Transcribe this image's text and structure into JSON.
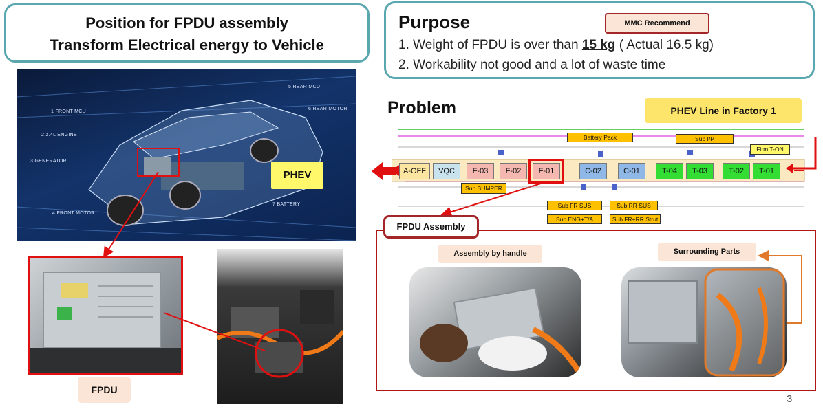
{
  "title": {
    "line1": "Position for FPDU assembly",
    "line2": "Transform Electrical energy to Vehicle"
  },
  "purpose": {
    "heading": "Purpose",
    "badge": "MMC Recommend",
    "item1_prefix": "1. Weight of FPDU is over than ",
    "item1_emph": "15 kg",
    "item1_suffix": " ( Actual 16.5 kg)",
    "item2": "2. Workability not good and a lot of waste time"
  },
  "car_image": {
    "labels": [
      "1 FRONT MCU",
      "2 2.4L ENGINE",
      "3 GENERATOR",
      "4 FRONT MOTOR",
      "5 REAR MCU",
      "6 REAR MOTOR",
      "7 BATTERY"
    ],
    "tag": "PHEV"
  },
  "fpdu_tag": "FPDU",
  "problem": {
    "heading": "Problem",
    "line_tag": "PHEV Line in Factory 1",
    "stations": [
      {
        "label": "A-OFF",
        "color": "#fbe5a0"
      },
      {
        "label": "VQC",
        "color": "#c9e3ee"
      },
      {
        "label": "F-03",
        "color": "#f4b8b0"
      },
      {
        "label": "F-02",
        "color": "#f4b8b0"
      },
      {
        "label": "F-01",
        "color": "#f4b8b0"
      },
      {
        "label": "C-02",
        "color": "#8fb8e6"
      },
      {
        "label": "C-01",
        "color": "#8fb8e6"
      },
      {
        "label": "T-04",
        "color": "#33dd33"
      },
      {
        "label": "T-03",
        "color": "#33dd33"
      },
      {
        "label": "T-02",
        "color": "#33dd33"
      },
      {
        "label": "T-01",
        "color": "#33dd33"
      }
    ],
    "sub_labels": {
      "battery_pack": "Battery Pack",
      "sub_ip": "Sub I/P",
      "firm_ton": "Firm T-ON",
      "sub_bumper": "Sub BUMPER",
      "sub_fr_sus": "Sub FR SUS",
      "sub_rr_sus": "Sub RR SUS",
      "sub_eng_ta": "Sub ENG+T/A",
      "sub_fr_rr_strut": "Sub FR+RR Strut"
    }
  },
  "assembly": {
    "heading": "FPDU Assembly",
    "handle_label": "Assembly by handle",
    "surrounding_label": "Surrounding Parts"
  },
  "page_number": "3",
  "colors": {
    "teal_border": "#5ba7b0",
    "red_accent": "#e01010",
    "dark_red": "#a3262a",
    "peach": "#fbe5d6",
    "yellow": "#fde46b",
    "orange": "#ffc000"
  }
}
